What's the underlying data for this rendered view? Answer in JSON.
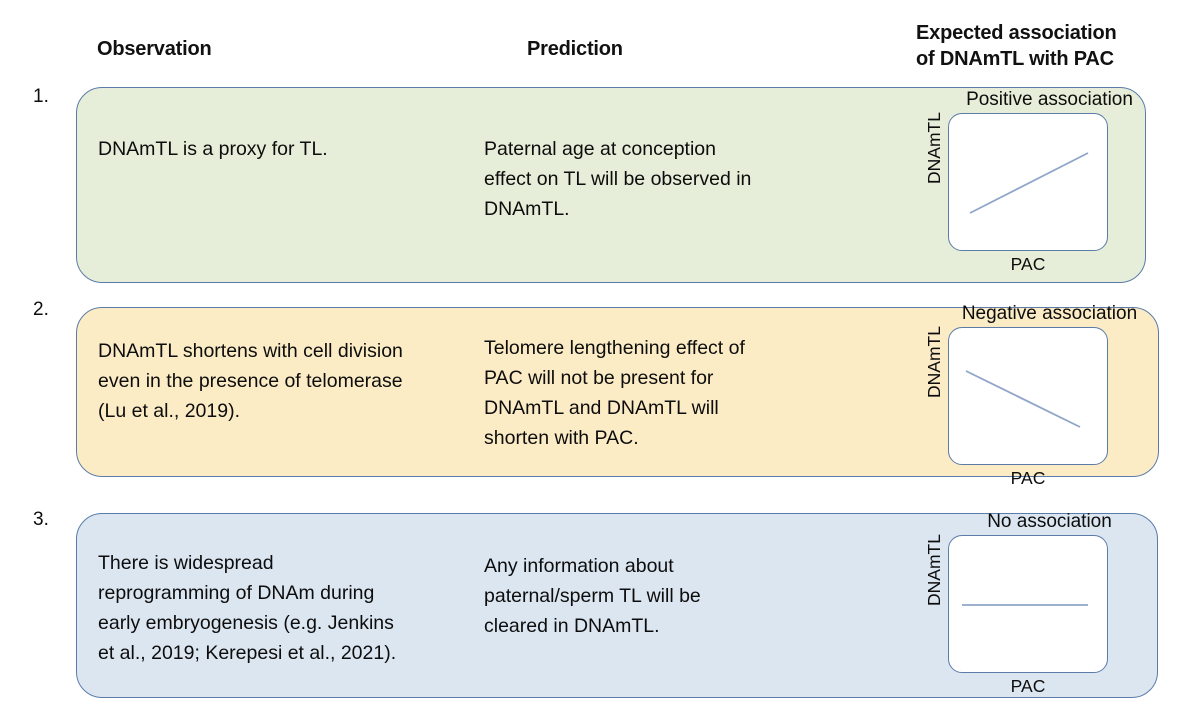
{
  "headers": {
    "observation": "Observation",
    "prediction": "Prediction",
    "expected": "Expected association\nof DNAmTL with PAC"
  },
  "colors": {
    "row1_fill": "#e6eed9",
    "row2_fill": "#fcecc6",
    "row3_fill": "#dce6f1",
    "panel_border": "#5b7ca8",
    "trend_line": "#8fa6c8",
    "text": "#0d0d0d"
  },
  "rows": [
    {
      "number": "1.",
      "observation": "DNAmTL is a proxy for TL.",
      "prediction": "Paternal age at conception\neffect on TL will be observed in\nDNAmTL.",
      "plot": {
        "caption": "Positive association",
        "ylabel": "DNAmTL",
        "xlabel": "PAC"
      }
    },
    {
      "number": "2.",
      "observation": "DNAmTL shortens with cell division\neven in the presence of telomerase\n(Lu et al., 2019).",
      "prediction": "Telomere lengthening effect of\nPAC will not be present for\nDNAmTL and DNAmTL will\nshorten with PAC.",
      "plot": {
        "caption": "Negative association",
        "ylabel": "DNAmTL",
        "xlabel": "PAC"
      }
    },
    {
      "number": "3.",
      "observation": "There is widespread\nreprogramming of DNAm during\nearly embryogenesis (e.g. Jenkins\net al., 2019; Kerepesi et al., 2021).",
      "prediction": "Any information about\npaternal/sperm TL will be\ncleared in DNAmTL.",
      "plot": {
        "caption": "No association",
        "ylabel": "DNAmTL",
        "xlabel": "PAC"
      }
    }
  ],
  "chart_data": [
    {
      "type": "line",
      "title": "Positive association",
      "xlabel": "PAC",
      "ylabel": "DNAmTL",
      "x": [
        0,
        1
      ],
      "values": [
        0.3,
        0.75
      ],
      "xlim": [
        0,
        1
      ],
      "ylim": [
        0,
        1
      ],
      "grid": false,
      "legend": "none",
      "annotation": "DNAmTL increases with PAC"
    },
    {
      "type": "line",
      "title": "Negative association",
      "xlabel": "PAC",
      "ylabel": "DNAmTL",
      "x": [
        0,
        1
      ],
      "values": [
        0.68,
        0.28
      ],
      "xlim": [
        0,
        1
      ],
      "ylim": [
        0,
        1
      ],
      "grid": false,
      "legend": "none",
      "annotation": "DNAmTL decreases with PAC"
    },
    {
      "type": "line",
      "title": "No association",
      "xlabel": "PAC",
      "ylabel": "DNAmTL",
      "x": [
        0,
        1
      ],
      "values": [
        0.5,
        0.5
      ],
      "xlim": [
        0,
        1
      ],
      "ylim": [
        0,
        1
      ],
      "grid": false,
      "legend": "none",
      "annotation": "DNAmTL flat across PAC"
    }
  ]
}
